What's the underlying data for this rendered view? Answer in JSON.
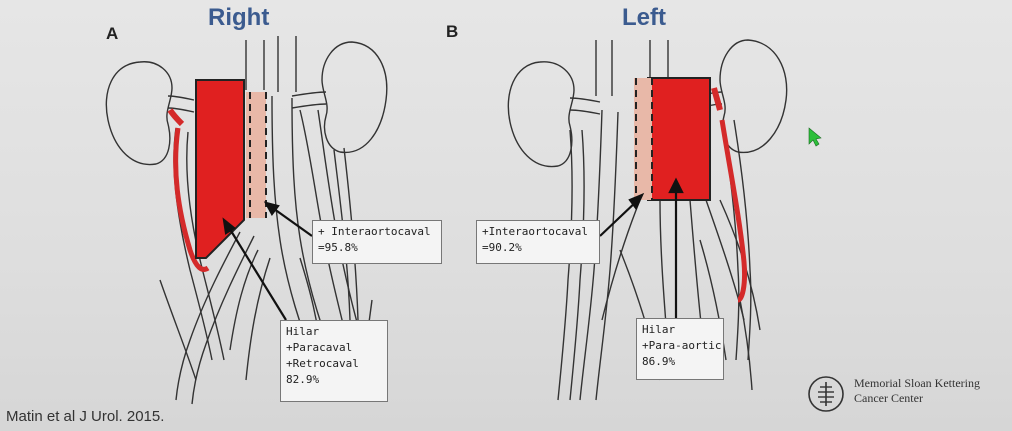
{
  "panels": {
    "right": {
      "letter": "A",
      "title": "Right"
    },
    "left": {
      "letter": "B",
      "title": "Left"
    }
  },
  "callouts": {
    "a_interaortocaval": {
      "line1": "+ Interaortocaval",
      "line2": "=95.8%"
    },
    "a_hilar": {
      "line1": "Hilar",
      "line2": "+Paracaval",
      "line3": "+Retrocaval",
      "line4": "82.9%"
    },
    "b_interaortocaval": {
      "line1": "+Interaortocaval",
      "line2": "=90.2%"
    },
    "b_hilar": {
      "line1": "Hilar",
      "line2": "+Para-aortic",
      "line3": "86.9%"
    }
  },
  "citation": "Matin et al J Urol. 2015.",
  "logo": {
    "line1": "Memorial Sloan Kettering",
    "line2": "Cancer Center"
  },
  "colors": {
    "template_red": "#e02020",
    "template_beige": "#e8b8a8",
    "title_blue": "#3b5b8f",
    "ureter_red": "#d42a2a"
  }
}
